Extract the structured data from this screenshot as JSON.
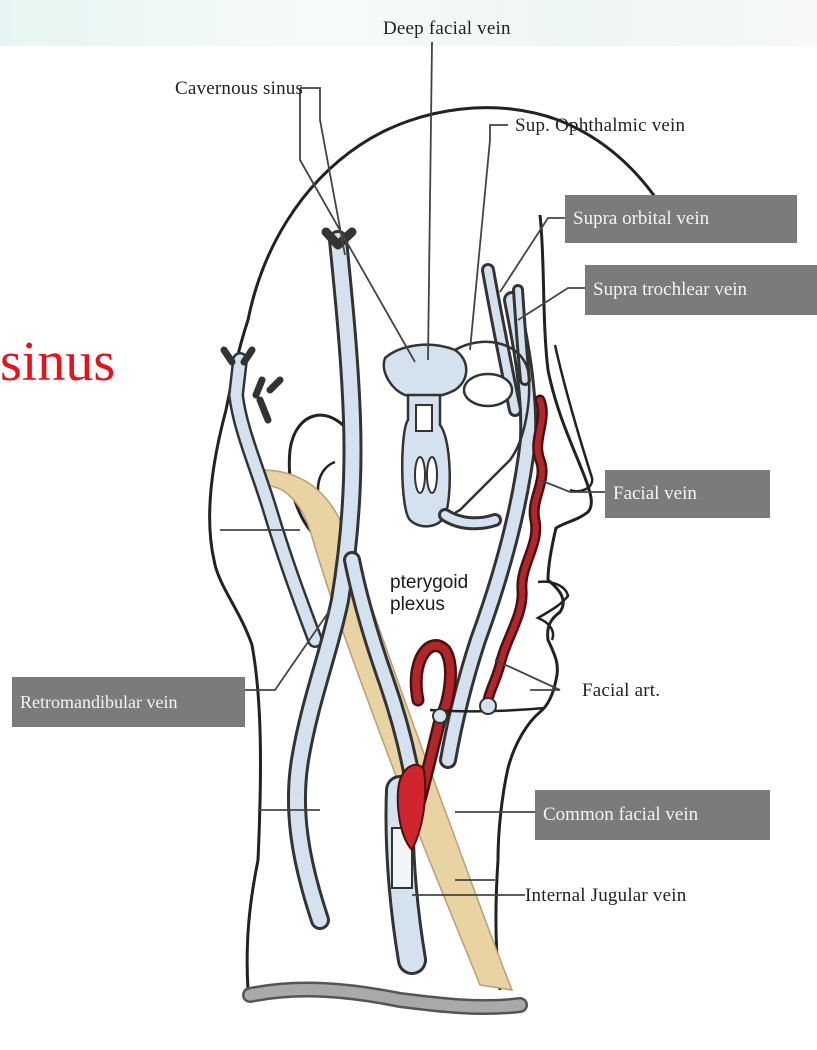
{
  "labels": {
    "deep_facial_vein": "Deep facial vein",
    "cavernous_sinus": "Cavernous sinus",
    "sup_ophthalmic_vein": "Sup. Ophthalmic vein",
    "supra_orbital_vein": "Supra orbital vein",
    "supra_trochlear_vein": "Supra trochlear vein",
    "facial_vein": "Facial vein",
    "pterygoid_plexus_line1": "pterygoid",
    "pterygoid_plexus_line2": "plexus",
    "retromandibular_vein": "Retromandibular vein",
    "facial_art": "Facial art.",
    "common_facial_vein": "Common facial vein",
    "internal_jugular_vein": "Internal Jugular vein"
  },
  "heading_fragment": "sinus",
  "colors": {
    "vein_fill": "#d3e2ee",
    "artery": "#b0262a",
    "muscle": "#e9d3a3",
    "label_box": "#7b7b7b",
    "heading": "#e8121a"
  }
}
